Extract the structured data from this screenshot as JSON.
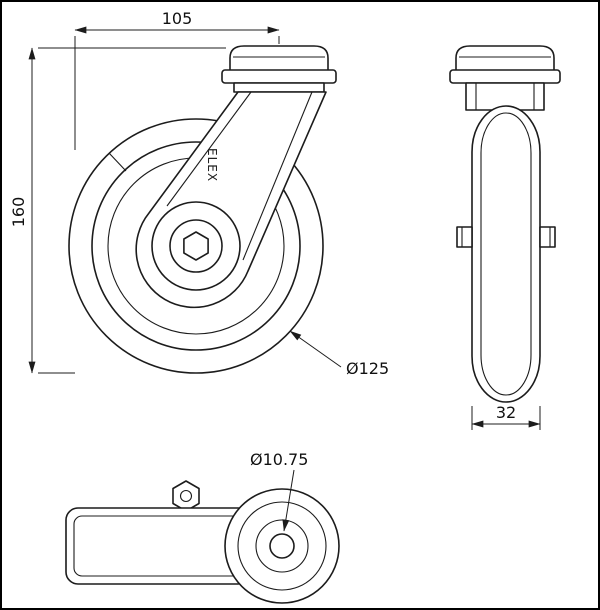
{
  "page": {
    "background": "#ffffff",
    "line_color": "#1c1c1c",
    "description": "Technical drawing of a bolt-hole swivel caster wheel in three orthographic views"
  },
  "drawing": {
    "front_view": {
      "dim_width_label": "105",
      "dim_height_label": "160",
      "wheel_diameter_label": "Ø125",
      "brand_text": "ELEX"
    },
    "side_view": {
      "wheel_width_label": "32"
    },
    "bottom_view": {
      "bolt_hole_diameter_label": "Ø10.75"
    }
  }
}
